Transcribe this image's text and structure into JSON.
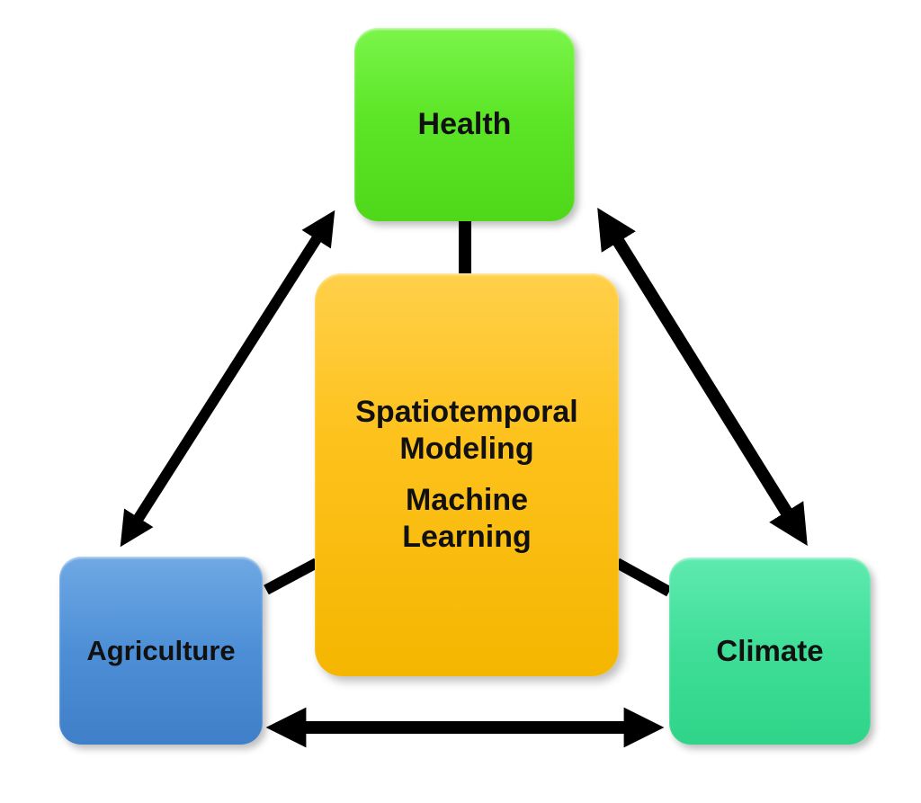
{
  "nodes": {
    "health": {
      "label": "Health",
      "color": "#5de628"
    },
    "center": {
      "line1": "Spatiotemporal",
      "line2": "Modeling",
      "line3": "Machine",
      "line4": "Learning",
      "color": "#fdc21d"
    },
    "agriculture": {
      "label": "Agriculture",
      "color": "#4d8fd6"
    },
    "climate": {
      "label": "Climate",
      "color": "#3fde98"
    }
  },
  "connections": [
    {
      "from": "health",
      "to": "agriculture",
      "type": "double-arrow"
    },
    {
      "from": "health",
      "to": "climate",
      "type": "double-arrow"
    },
    {
      "from": "agriculture",
      "to": "climate",
      "type": "double-arrow"
    },
    {
      "from": "center",
      "to": "health",
      "type": "line"
    },
    {
      "from": "center",
      "to": "agriculture",
      "type": "line"
    },
    {
      "from": "center",
      "to": "climate",
      "type": "line"
    }
  ]
}
